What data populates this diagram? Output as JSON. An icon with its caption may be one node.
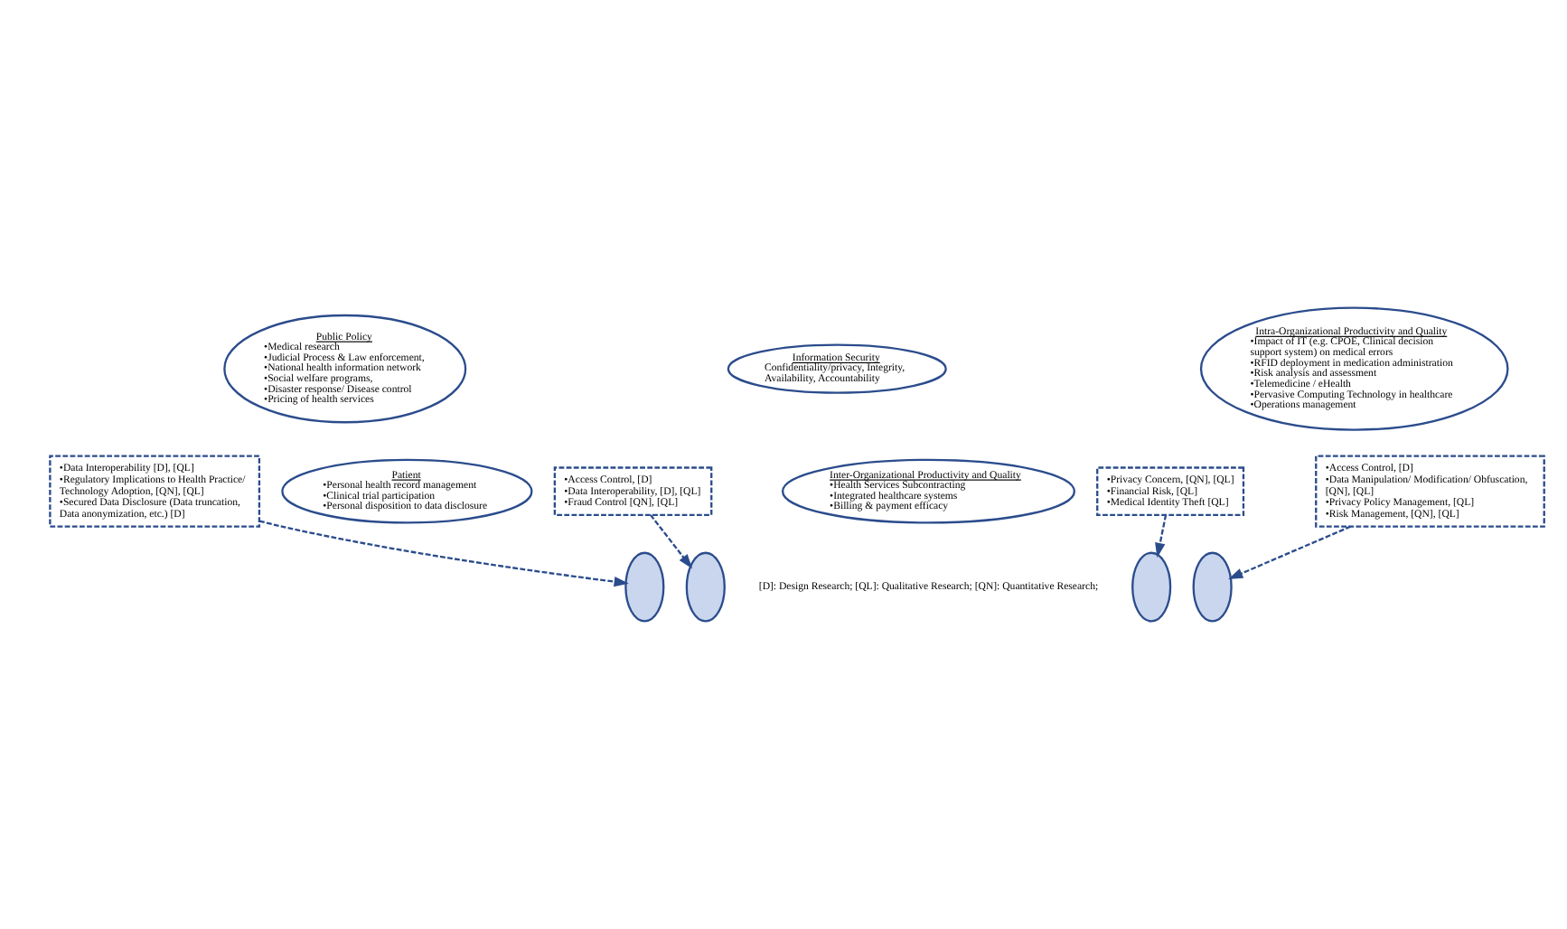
{
  "diagram": {
    "nodes": [
      {
        "text": [
          "Public Policy",
          "•Medical research",
          "•Judicial Process & Law enforcement,",
          "•National health information network",
          "•Social welfare programs,",
          "•Disaster response/ Disease control",
          "•Pricing of health services"
        ]
      },
      {
        "text": [
          "Patient",
          "•Personal health record management",
          "•Clinical trial participation",
          "•Personal disposition to data disclosure"
        ]
      },
      {
        "text": [
          "Information Security",
          "Confidentiality/privacy, Integrity, Availability, Accountability"
        ]
      },
      {
        "text": [
          "Intra-Organizational Productivity and Quality",
          "•Impact of IT (e.g. CPOE, Clinical decision support system) on medical errors",
          "•RFID deployment in medication administration",
          "•Risk analysis and assessment",
          "•Telemedicine / eHealth",
          "•Pervasive Computing Technology in healthcare",
          "•Operations management"
        ]
      },
      {
        "text": [
          "Inter-Organizational Productivity and Quality",
          "•Health Services Subcontracting",
          "•Integrated healthcare systems",
          "•Billing & payment efficacy"
        ]
      },
      {
        "text": [
          "•Data Interoperability [D], [QL]",
          "•Regulatory Implications to Health Practice/ Technology Adoption, [QN], [QL]",
          "•Secured Data Disclosure (Data truncation, Data anonymization, etc.) [D]"
        ]
      },
      {
        "text": [
          "•Privacy Concern, [QN], [QL]",
          "•Financial Risk, [QL]",
          "•Medical Identity Theft [QL]"
        ]
      },
      {
        "text": [
          "•Access Control, [D]",
          "•Data Interoperability, [D], [QL]",
          "•Fraud Control [QN], [QL]"
        ]
      },
      {
        "text": [
          "•Access Control, [D]",
          "•Data Manipulation/ Modification/ Obfuscation, [QN], [QL]",
          "•Privacy Policy Management, [QL]",
          "•Risk Management, [QN], [QL]"
        ]
      },
      {
        "text": [],
        "shape": "lens"
      },
      {
        "text": [],
        "shape": "lens"
      },
      {
        "text": [],
        "shape": "lens"
      },
      {
        "text": [],
        "shape": "lens"
      }
    ],
    "edges": [
      {
        "from": 5,
        "to": 9,
        "arrow": "to",
        "style": "dashed"
      },
      {
        "from": 6,
        "to": 11,
        "arrow": "to",
        "style": "dashed"
      },
      {
        "from": 7,
        "to": 10,
        "arrow": "to",
        "style": "dashed"
      },
      {
        "from": 8,
        "to": 12,
        "arrow": "to",
        "style": "dashed"
      }
    ],
    "labels": [
      "[D]: Design Research; [QL]: Qualitative Research; [QN]: Quantitative Research;"
    ]
  }
}
